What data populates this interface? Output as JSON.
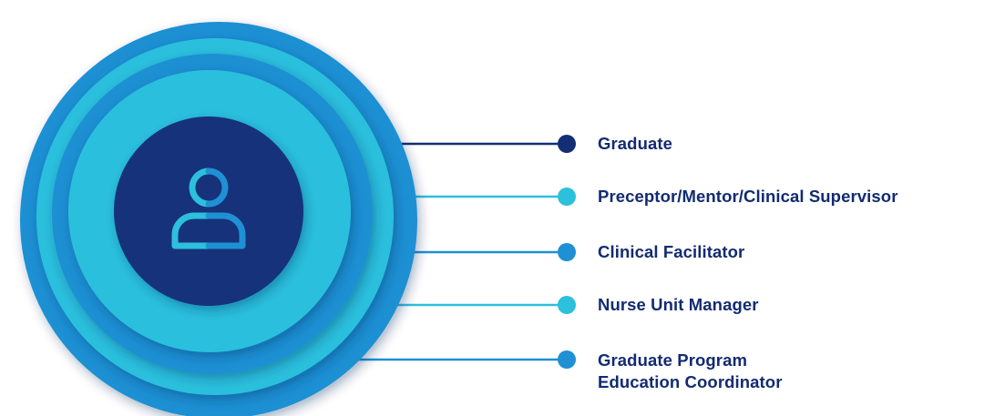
{
  "colors": {
    "navy": "#132e74",
    "blue": "#1f90d3",
    "cyan": "#2cc0dd",
    "center_fill": "#13307a",
    "text": "#122b72"
  },
  "center_icon": "person-icon",
  "legend": [
    {
      "label": "Graduate",
      "color": "#132e74"
    },
    {
      "label": "Preceptor/Mentor/Clinical Supervisor",
      "color": "#2cc0dd"
    },
    {
      "label": "Clinical Facilitator",
      "color": "#1f90d3"
    },
    {
      "label": "Nurse Unit Manager",
      "color": "#2cc0dd"
    },
    {
      "label_line1": "Graduate Program",
      "label_line2": "Education Coordinator",
      "color": "#1f90d3"
    }
  ]
}
